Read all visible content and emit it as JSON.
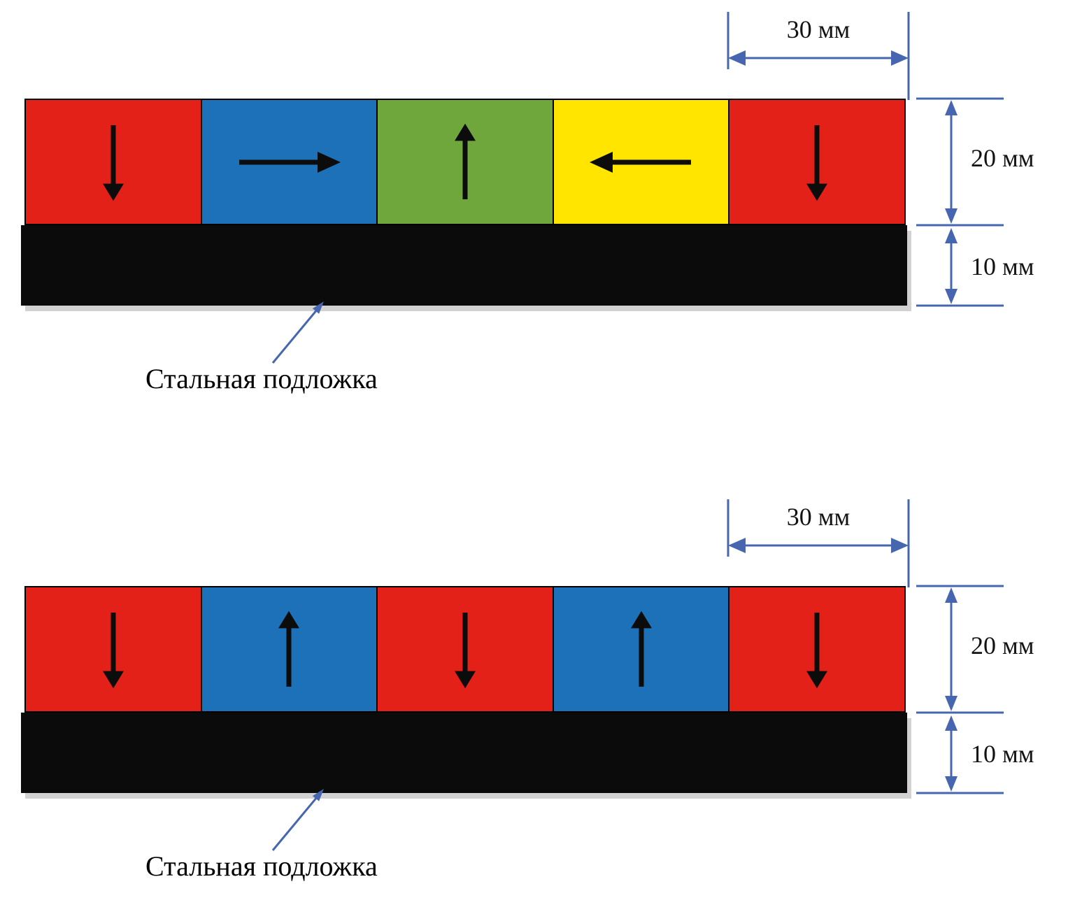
{
  "colors": {
    "red": "#e32119",
    "blue": "#1d71b8",
    "green": "#70a73d",
    "yellow": "#ffe500",
    "substrate": "#0b0b0b",
    "dimension": "#4766b0"
  },
  "diagrams": [
    {
      "width_label": "30 мм",
      "height_label": "20 мм",
      "thickness_label": "10 мм",
      "substrate_label": "Стальная подложка",
      "blocks": [
        {
          "color": "red",
          "direction": "down"
        },
        {
          "color": "blue",
          "direction": "right"
        },
        {
          "color": "green",
          "direction": "up"
        },
        {
          "color": "yellow",
          "direction": "left"
        },
        {
          "color": "red",
          "direction": "down"
        }
      ]
    },
    {
      "width_label": "30 мм",
      "height_label": "20 мм",
      "thickness_label": "10 мм",
      "substrate_label": "Стальная подложка",
      "blocks": [
        {
          "color": "red",
          "direction": "down"
        },
        {
          "color": "blue",
          "direction": "up"
        },
        {
          "color": "red",
          "direction": "down"
        },
        {
          "color": "blue",
          "direction": "up"
        },
        {
          "color": "red",
          "direction": "down"
        }
      ]
    }
  ]
}
